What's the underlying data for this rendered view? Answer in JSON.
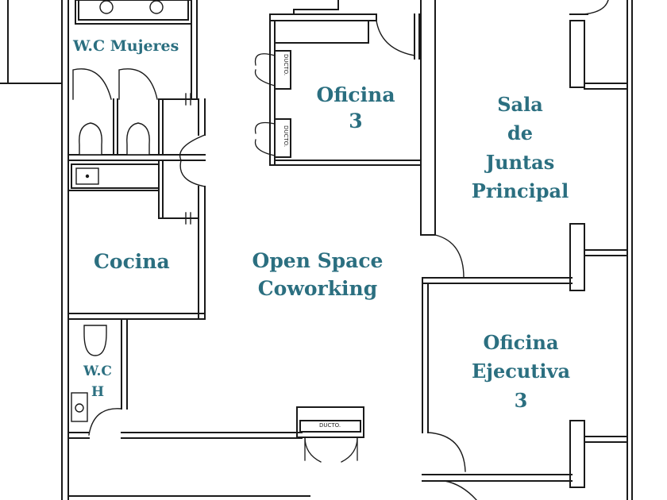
{
  "rooms": {
    "wc_mujeres": "W.C Mujeres",
    "oficina3": [
      "Oficina",
      "3"
    ],
    "sala_juntas": [
      "Sala",
      "de",
      "Juntas",
      "Principal"
    ],
    "cocina": "Cocina",
    "open_space": [
      "Open Space",
      "Coworking"
    ],
    "oficina_ejecutiva": [
      "Oficina",
      "Ejecutiva",
      "3"
    ],
    "wc_h": [
      "W.C",
      "H"
    ]
  },
  "ducts": {
    "upper": "DUCTO.",
    "lower": "DUCTO.",
    "bottom": "DUCTO."
  },
  "colors": {
    "label": "#2b6f80",
    "wall": "#1a1a1a",
    "background": "#ffffff"
  }
}
